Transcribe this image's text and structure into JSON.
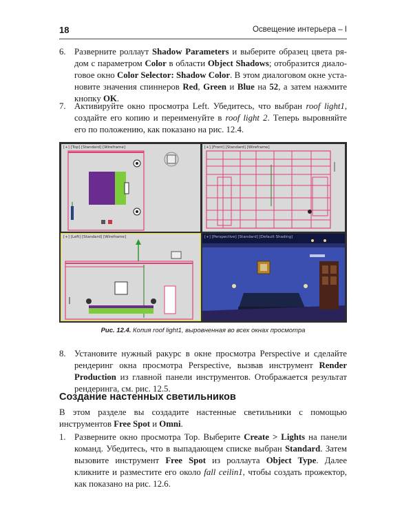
{
  "header": {
    "page_number": "18",
    "running_title": "Освещение интерьера – I"
  },
  "step6": {
    "number": "6.",
    "p1": "Разверните роллаут ",
    "b1": "Shadow Parameters",
    "p2": " и выберите образец цвета ря­дом с параметром ",
    "b2": "Color",
    "p3": " в области ",
    "b3": "Object Shadows",
    "p4": "; отобразится диало­говое окно ",
    "b4": "Color Selector: Shadow Color",
    "p5": ". В этом диалоговом окне уста­новите значения спиннеров ",
    "b5": "Red",
    "p6": ", ",
    "b6": "Green",
    "p7": " и ",
    "b7": "Blue",
    "p8": " на ",
    "b8": "52",
    "p9": ", а затем нажмите кнопку ",
    "b9": "OK",
    "p10": "."
  },
  "step7": {
    "number": "7.",
    "p1": "Активируйте окно просмотра Left. Убедитесь, что выбран ",
    "i1": "roof light1",
    "p2": ", соз­дайте его копию и переименуйте в ",
    "i2": "roof light 2",
    "p3": ". Теперь выровняйте его по положению, как показано на рис. 12.4."
  },
  "figure": {
    "viewports": {
      "top": "[+] [Top] [Standard] [Wireframe]",
      "front": "[+] [Front] [Standard] [Wireframe]",
      "left": "[+] [Left] [Standard] [Wireframe]",
      "perspective": "[+] [Perspective] [Standard] [Default Shading]"
    },
    "caption_label": "Рис. 12.4.",
    "caption_text": " Копия roof light1, выровненная во всех окнах просмотра",
    "colors": {
      "wire_pink": "#e0407a",
      "bed_purple": "#6b2c8f",
      "bed_green": "#7ecb3c",
      "persp_wall": "#3a4fb0",
      "persp_dark": "#0f1740"
    }
  },
  "step8": {
    "number": "8.",
    "p1": "Установите нужный ракурс в окне просмотра Perspective и сделайте рендеринг окна просмотра Perspective, вызвав инструмент ",
    "b1": "Render Production",
    "p2": " из главной панели инструментов. Отображается результат рендеринга, см. рис. 12.5."
  },
  "section": {
    "title": "Создание настенных светильников",
    "intro_p1": "В этом разделе вы создадите настенные светильники с помощью инструмен­тов ",
    "intro_b1": "Free Spot",
    "intro_p2": " и ",
    "intro_b2": "Omni",
    "intro_p3": "."
  },
  "step1": {
    "number": "1.",
    "p1": "Разверните окно просмотра Top. Выберите ",
    "b1": "Create > Lights",
    "p2": " на панели ко­манд. Убедитесь, что в выпадающем списке выбран ",
    "b2": "Standard",
    "p3": ". Затем вы­зовите инструмент ",
    "b3": "Free Spot",
    "p4": " из роллаута ",
    "b4": "Object Type",
    "p5": ". Далее кликните и разместите его около ",
    "i1": "fall ceilin1",
    "p6": ", чтобы создать прожектор, как показано на рис. 12.6."
  }
}
